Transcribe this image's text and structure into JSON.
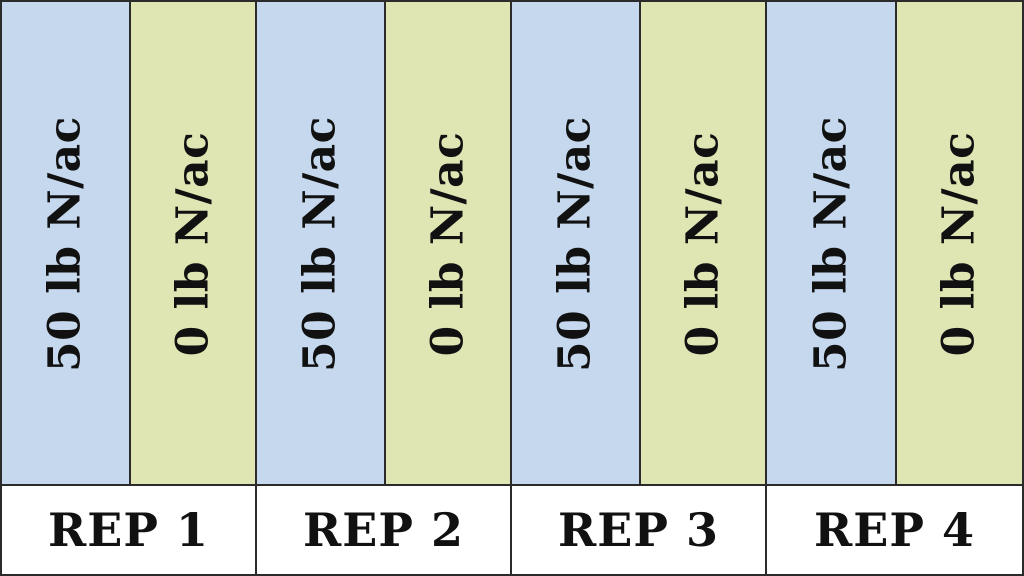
{
  "colors": {
    "treated_plot": "#c5d8ee",
    "control_plot": "#dfe5b3",
    "border": "#2b2b2b",
    "text": "#111111",
    "footer_background": "#ffffff"
  },
  "reps": [
    {
      "label": "REP 1",
      "plots": [
        {
          "label": "50 lb N/ac",
          "kind": "treated"
        },
        {
          "label": "0 lb N/ac",
          "kind": "control"
        }
      ]
    },
    {
      "label": "REP 2",
      "plots": [
        {
          "label": "50 lb N/ac",
          "kind": "treated"
        },
        {
          "label": "0 lb N/ac",
          "kind": "control"
        }
      ]
    },
    {
      "label": "REP 3",
      "plots": [
        {
          "label": "50 lb N/ac",
          "kind": "treated"
        },
        {
          "label": "0 lb N/ac",
          "kind": "control"
        }
      ]
    },
    {
      "label": "REP 4",
      "plots": [
        {
          "label": "50 lb N/ac",
          "kind": "treated"
        },
        {
          "label": "0 lb N/ac",
          "kind": "control"
        }
      ]
    }
  ]
}
